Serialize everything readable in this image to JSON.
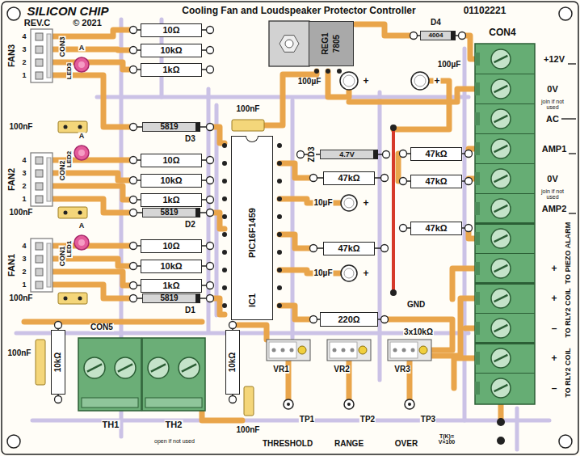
{
  "diagram": {
    "title": "Cooling Fan and Loudspeaker Protector Controller",
    "nodes": [
      {
        "text": [
          "10Ω"
        ]
      },
      {
        "text": [
          "10kΩ"
        ]
      },
      {
        "text": [
          "1kΩ"
        ]
      },
      {
        "text": [
          "5819",
          "D3"
        ]
      },
      {
        "text": [
          "10Ω"
        ]
      },
      {
        "text": [
          "10kΩ"
        ]
      },
      {
        "text": [
          "1kΩ"
        ]
      },
      {
        "text": [
          "5819",
          "D2"
        ]
      },
      {
        "text": [
          "10Ω"
        ]
      },
      {
        "text": [
          "10kΩ"
        ]
      },
      {
        "text": [
          "1kΩ"
        ]
      },
      {
        "text": [
          "5819",
          "D1"
        ]
      },
      {
        "text": [
          "REG1",
          "7805"
        ]
      },
      {
        "text": [
          "4004",
          "D4"
        ]
      },
      {
        "text": [
          "IC1",
          "PIC16F1459"
        ]
      },
      {
        "text": [
          "4.7V",
          "ZD3"
        ]
      },
      {
        "text": [
          "47kΩ"
        ]
      },
      {
        "text": [
          "47kΩ"
        ]
      },
      {
        "text": [
          "47kΩ"
        ]
      },
      {
        "text": [
          "47kΩ"
        ]
      },
      {
        "text": [
          "47kΩ"
        ]
      },
      {
        "text": [
          "220Ω"
        ]
      },
      {
        "text": [
          "10kΩ"
        ]
      },
      {
        "text": [
          "10kΩ"
        ]
      }
    ],
    "labels": [
      "SILICON CHIP",
      "01102221",
      "REV.C",
      "© 2021",
      "CON4",
      "FAN3",
      "4",
      "3",
      "2",
      "1",
      "CON3",
      "A",
      "LED3",
      "100nF",
      "FAN2",
      "4",
      "3",
      "2",
      "1",
      "CON2",
      "A",
      "LED2",
      "100nF",
      "FAN1",
      "4",
      "3",
      "2",
      "1",
      "CON1",
      "A",
      "LED1",
      "100nF",
      "100nF",
      "100µF",
      "+",
      "100µF",
      "+",
      "10µF",
      "+",
      "10µF",
      "+",
      "+12V",
      "0V",
      "join if not used",
      "AC",
      "AMP1",
      "0V",
      "join if not used",
      "AMP2",
      "TO PIEZO ALARM",
      "+",
      "+",
      "–",
      "TO RLY2 COIL",
      "+",
      "–",
      "TO RLY2 COIL",
      "GND",
      "3x10kΩ",
      "VR1",
      "VR2",
      "VR3",
      "TP1",
      "TP2",
      "TP3",
      "THRESHOLD",
      "RANGE",
      "OVER",
      "T(K)= V×100",
      "100nF",
      "100nF",
      "CON5",
      "TH1",
      "TH2",
      "open if not used"
    ]
  }
}
